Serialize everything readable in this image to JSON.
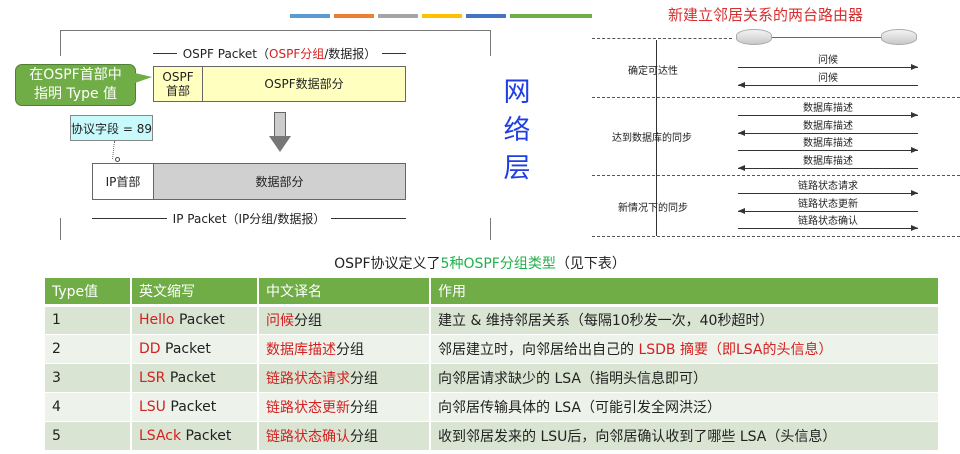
{
  "top_bars": [
    "#5b9bd5",
    "#ed7d31",
    "#a5a5a5",
    "#ffc000",
    "#4472c4",
    "#70ad47"
  ],
  "left": {
    "ospf_packet": {
      "prefix": "OSPF Packet（",
      "red": "OSPF分组",
      "suffix": "/数据报）"
    },
    "ospf_header": "OSPF 首部",
    "ospf_data": "OSPF数据部分",
    "callout": {
      "line1": "在OSPF首部中",
      "line2": "指明 Type 值"
    },
    "protocol_field": "协议字段 = 89",
    "ip_header": "IP首部",
    "ip_data": "数据部分",
    "ip_packet": "IP Packet（IP分组/数据报）",
    "layer_label": "网络层"
  },
  "right": {
    "title": "新建立邻居关系的两台路由器",
    "phases": [
      "确定可达性",
      "达到数据库的同步",
      "新情况下的同步"
    ],
    "messages": [
      "问候",
      "问候",
      "数据库描述",
      "数据库描述",
      "数据库描述",
      "数据库描述",
      "链路状态请求",
      "链路状态更新",
      "链路状态确认"
    ]
  },
  "caption": {
    "prefix": "OSPF协议定义了",
    "green": "5种OSPF分组类型",
    "suffix": "（见下表）"
  },
  "table": {
    "headers": [
      "Type值",
      "英文缩写",
      "中文译名",
      "作用"
    ],
    "rows": [
      {
        "type": "1",
        "abbr_red": "Hello",
        "abbr": " Packet",
        "cn_red": "问候",
        "cn": "分组",
        "desc": "建立 & 维持邻居关系（每隔10秒发一次，40秒超时）",
        "desc_red": ""
      },
      {
        "type": "2",
        "abbr_red": "DD",
        "abbr": " Packet",
        "cn_red": "数据库描述",
        "cn": "分组",
        "desc": "邻居建立时，向邻居给出自己的 ",
        "desc_red": "LSDB 摘要（即LSA的头信息）"
      },
      {
        "type": "3",
        "abbr_red": "LSR",
        "abbr": " Packet",
        "cn_red": "链路状态请求",
        "cn": "分组",
        "desc": "向邻居请求缺少的 LSA（指明头信息即可）",
        "desc_red": ""
      },
      {
        "type": "4",
        "abbr_red": "LSU",
        "abbr": " Packet",
        "cn_red": "链路状态更新",
        "cn": "分组",
        "desc": "向邻居传输具体的 LSA（可能引发全网洪泛）",
        "desc_red": ""
      },
      {
        "type": "5",
        "abbr_red": "LSAck",
        "abbr": " Packet",
        "cn_red": "链路状态确认",
        "cn": "分组",
        "desc": "收到邻居发来的 LSU后，向邻居确认收到了哪些 LSA（头信息）",
        "desc_red": ""
      }
    ]
  }
}
